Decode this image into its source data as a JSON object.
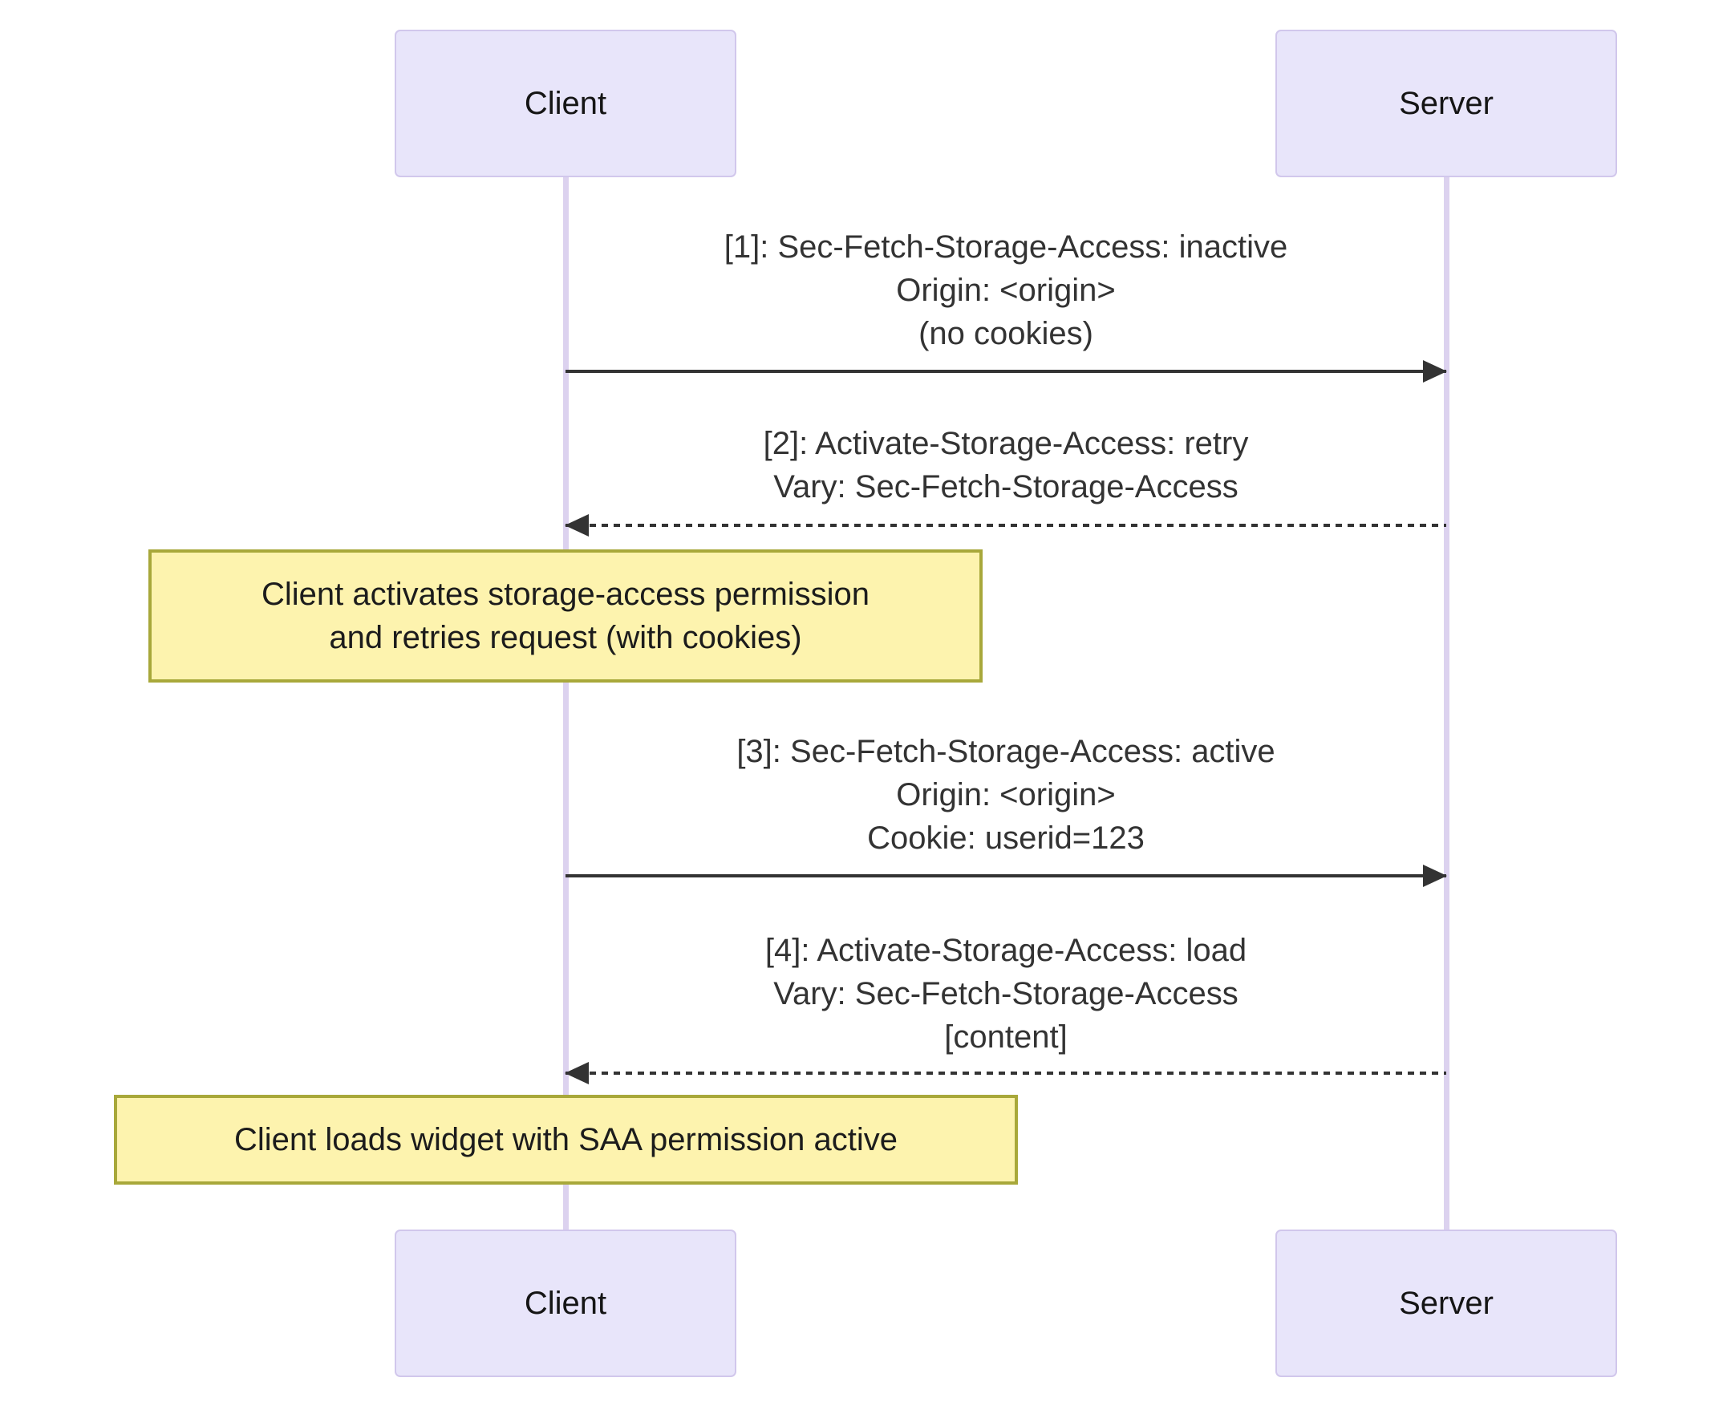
{
  "colors": {
    "actor-fill": "#e8e5fa",
    "actor-border": "#d1c7ec",
    "lifeline": "#dcd2ef",
    "note-fill": "#fdf3ae",
    "note-border": "#a8a83a",
    "arrow": "#333333",
    "text": "#333333"
  },
  "actors": [
    {
      "label": "Client"
    },
    {
      "label": "Server"
    }
  ],
  "messages": [
    {
      "seq": "1",
      "from": "Client",
      "to": "Server",
      "line_style": "solid",
      "direction": "right",
      "lines": [
        "[1]: Sec-Fetch-Storage-Access: inactive",
        "Origin: <origin>",
        "(no cookies)"
      ]
    },
    {
      "seq": "2",
      "from": "Server",
      "to": "Client",
      "line_style": "dashed",
      "direction": "left",
      "lines": [
        "[2]: Activate-Storage-Access: retry",
        "Vary: Sec-Fetch-Storage-Access"
      ]
    },
    {
      "seq": "3",
      "from": "Client",
      "to": "Server",
      "line_style": "solid",
      "direction": "right",
      "lines": [
        "[3]: Sec-Fetch-Storage-Access: active",
        "Origin: <origin>",
        "Cookie: userid=123"
      ]
    },
    {
      "seq": "4",
      "from": "Server",
      "to": "Client",
      "line_style": "dashed",
      "direction": "left",
      "lines": [
        "[4]: Activate-Storage-Access: load",
        "Vary: Sec-Fetch-Storage-Access",
        "[content]"
      ]
    }
  ],
  "notes": [
    {
      "lines": [
        "Client activates storage-access permission",
        "and retries request (with cookies)"
      ]
    },
    {
      "lines": [
        "Client loads widget with SAA permission active"
      ]
    }
  ]
}
